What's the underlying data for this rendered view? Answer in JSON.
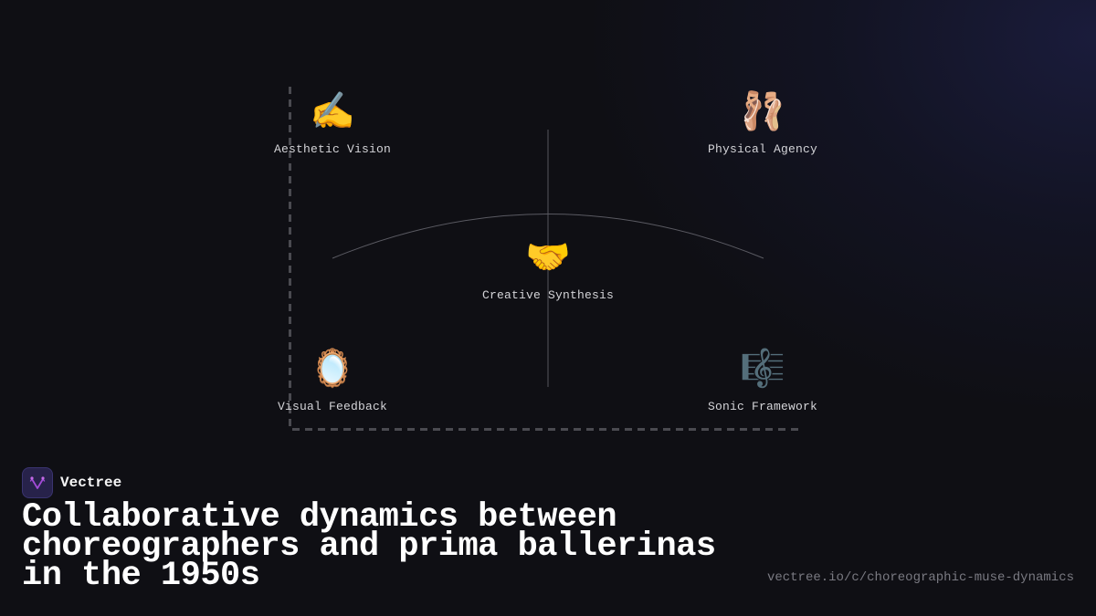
{
  "diagram": {
    "nodes": [
      {
        "id": "aesthetic-vision",
        "label": "Aesthetic Vision",
        "icon": "writing-hand-icon",
        "glyph": "✍️"
      },
      {
        "id": "physical-agency",
        "label": "Physical Agency",
        "icon": "ballet-shoes-icon",
        "glyph": "🩰"
      },
      {
        "id": "creative-synthesis",
        "label": "Creative Synthesis",
        "icon": "handshake-icon",
        "glyph": "🤝"
      },
      {
        "id": "visual-feedback",
        "label": "Visual Feedback",
        "icon": "mirror-icon",
        "glyph": "🪞"
      },
      {
        "id": "sonic-framework",
        "label": "Sonic Framework",
        "icon": "musical-score-icon",
        "glyph": "🎼"
      }
    ],
    "colors": {
      "background": "#0f0f14",
      "axis_dashed": "#4a4a50",
      "connector": "#55555c",
      "label": "#d4d4d8"
    }
  },
  "brand": {
    "name": "Vectree",
    "logo_icon": "vectree-logo-icon",
    "logo_color": "#a24bd6"
  },
  "title": "Collaborative dynamics between choreographers and prima ballerinas in the 1950s",
  "url": "vectree.io/c/choreographic-muse-dynamics"
}
